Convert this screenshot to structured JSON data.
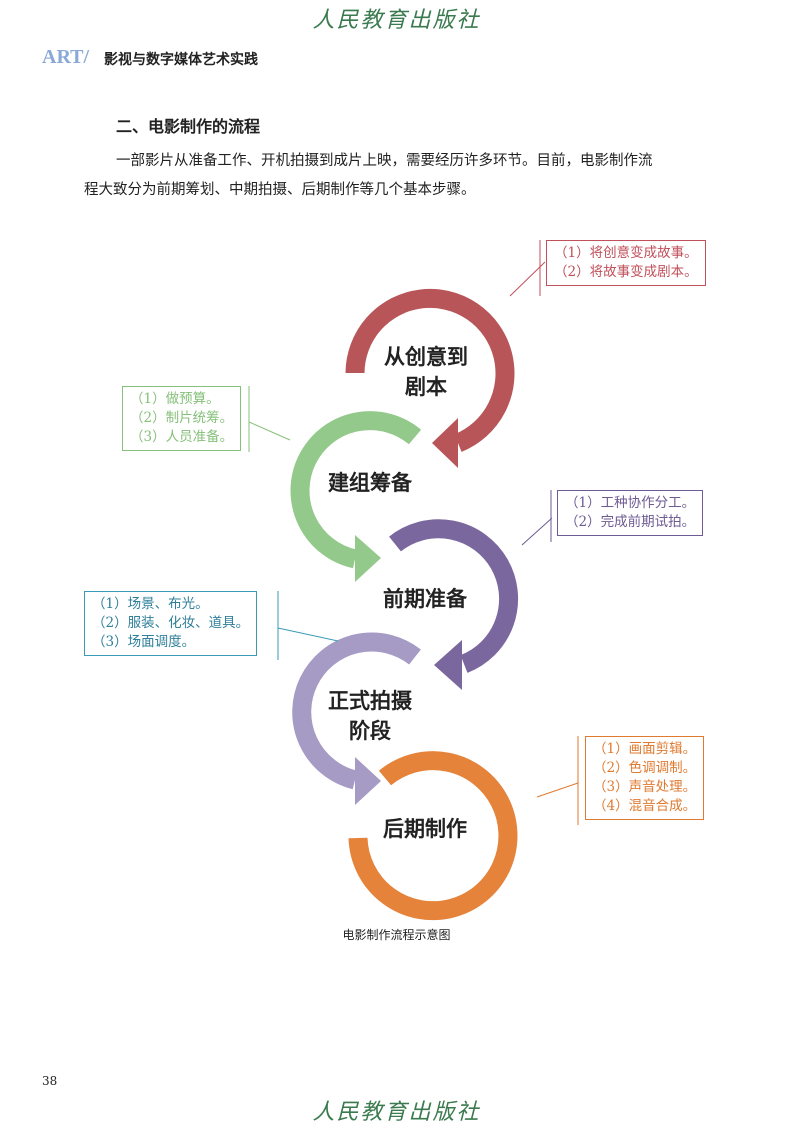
{
  "publisher_logo": "人民教育出版社",
  "header": {
    "series_mark": "ART/",
    "book_title": "影视与数字媒体艺术实践"
  },
  "section_title": "二、电影制作的流程",
  "paragraph": {
    "line1": "一部影片从准备工作、开机拍摄到成片上映，需要经历许多环节。目前，电影制作流",
    "line2": "程大致分为前期筹划、中期拍摄、后期制作等几个基本步骤。"
  },
  "diagram": {
    "stages": [
      {
        "line1": "从创意到",
        "line2": "剧本",
        "color": "#b85558"
      },
      {
        "line1": "建组筹备",
        "color": "#93c98a"
      },
      {
        "line1": "前期准备",
        "color": "#7a679e"
      },
      {
        "line1": "正式拍摄",
        "line2": "阶段",
        "color": "#a59bc4"
      },
      {
        "line1": "后期制作",
        "color": "#e5833a"
      }
    ],
    "notes": [
      {
        "items": [
          "（1）将创意变成故事。",
          "（2）将故事变成剧本。"
        ],
        "color": "#c0505a"
      },
      {
        "items": [
          "（1）做预算。",
          "（2）制片统筹。",
          "（3）人员准备。"
        ],
        "color": "#86c07a"
      },
      {
        "items": [
          "（1）工种协作分工。",
          "（2）完成前期试拍。"
        ],
        "color": "#6e5a94"
      },
      {
        "items": [
          "（1）场景、布光。",
          "（2）服装、化妆、道具。",
          "（3）场面调度。"
        ],
        "color": "#3a9ab8"
      },
      {
        "items": [
          "（1）画面剪辑。",
          "（2）色调调制。",
          "（3）声音处理。",
          "（4）混音合成。"
        ],
        "color": "#e07a30"
      }
    ],
    "caption": "电影制作流程示意图"
  },
  "page_number": "38"
}
